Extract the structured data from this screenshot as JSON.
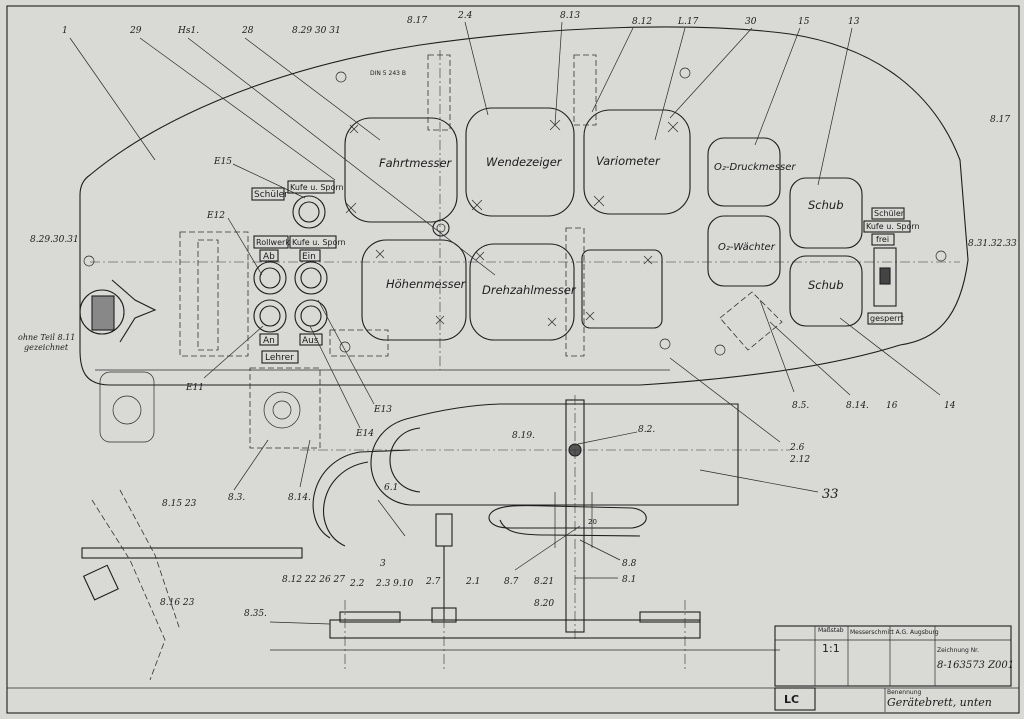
{
  "instruments": {
    "fahrtmesser": "Fahrtmesser",
    "wendezeiger": "Wendezeiger",
    "variometer": "Variometer",
    "o2_druckmesser": "O₂-Druckmesser",
    "hoehenmesser": "Höhenmesser",
    "drehzahlmesser": "Drehzahlmesser",
    "o2_waechter": "O₂-Wächter",
    "schub1": "Schub",
    "schub2": "Schub"
  },
  "switch_labels": {
    "schueler": "Schüler",
    "kufe_sporn_1": "Kufe u. Sporn",
    "rollwerk": "Rollwerk",
    "kufe_sporn_2": "Kufe u. Sporn",
    "ab": "Ab",
    "ein": "Ein",
    "an": "An",
    "aus": "Aus",
    "lehrer": "Lehrer"
  },
  "right_switch_labels": {
    "schueler": "Schüler",
    "kufe_sporn": "Kufe u. Sporn",
    "frei": "frei",
    "gesperrt": "gesperrt"
  },
  "callouts": {
    "c1": "1",
    "c29": "29",
    "c_hs1": "Hs1.",
    "c28": "28",
    "c_top1": "8.29 30 31",
    "c817": "8.17",
    "c24": "2.4",
    "c813": "8.13",
    "c_top2": "8.12",
    "c_top3": "L.17",
    "c30": "30",
    "c15": "15",
    "c13": "13",
    "c_df": "DIN 5 243 B",
    "e15": "E15",
    "e12": "E12",
    "e11": "E11",
    "e13": "E13",
    "e14": "E14",
    "left_829": "8.29.30.31",
    "ohne": "ohne Teil 8.11",
    "gezeichnet": "gezeichnet",
    "r_817": "8.17",
    "r_831": "8.31.32.33",
    "c85": "8.5.",
    "c814r": "8.14.",
    "c16": "16",
    "c14": "14",
    "c83": "8.3.",
    "c814": "8.14.",
    "c819": "8.19.",
    "c82": "8.2.",
    "c26": "2.6",
    "c212": "2.12",
    "c33": "33",
    "c61": "6.1",
    "c3": "3",
    "c87": "8.7",
    "c821": "8.21",
    "c88": "8.8",
    "c81": "8.1",
    "c820": "8.20",
    "c1523": "8.15 23",
    "c1623": "8.16 23",
    "c835": "8.35.",
    "c812": "8.12 22 26 27",
    "c22": "2.2",
    "c23910": "2.3 9.10",
    "c27": "2.7",
    "c21": "2.1",
    "dim": "20"
  },
  "title_block": {
    "scale_label": "Maßstab",
    "scale": "1:1",
    "company": "Messerschmitt A.G. Augsburg",
    "drawing_no_label": "Zeichnung Nr.",
    "drawing_no": "8-163573 Z001",
    "lc": "LC",
    "name_label": "Benennung",
    "name": "Gerätebrett, unten"
  },
  "colors": {
    "paper": "#d9d9d6",
    "ink": "#1e1e1e"
  }
}
